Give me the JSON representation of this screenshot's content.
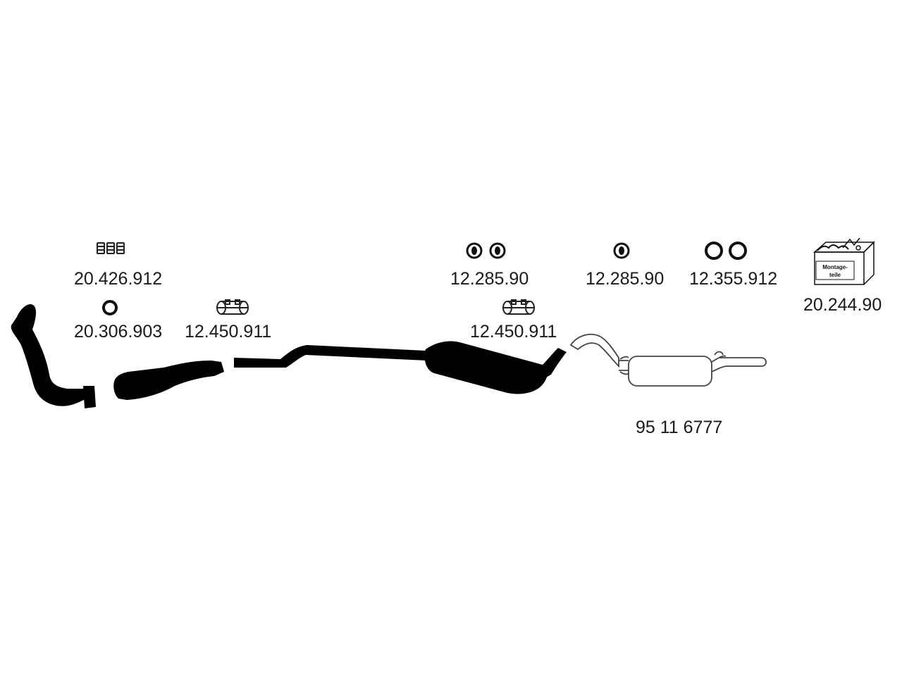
{
  "parts": {
    "clamp_set": {
      "number": "20.426.912",
      "icon": "clamp-set-icon"
    },
    "seal_ring_front": {
      "number": "20.306.903",
      "icon": "seal-ring-icon"
    },
    "clamp_front": {
      "number": "12.450.911",
      "icon": "pipe-clamp-icon"
    },
    "rubber_mounts_pair": {
      "number": "12.285.90",
      "icon": "rubber-mount-icon"
    },
    "clamp_rear": {
      "number": "12.450.911",
      "icon": "pipe-clamp-icon"
    },
    "rubber_mount_single": {
      "number": "12.285.90",
      "icon": "rubber-mount-icon"
    },
    "rubber_rings": {
      "number": "12.355.912",
      "icon": "rubber-ring-icon"
    },
    "mounting_kit": {
      "number": "20.244.90",
      "icon": "mounting-kit-box-icon",
      "box_text": "Montage-teile"
    },
    "rear_silencer": {
      "number": "95 11 6777"
    }
  },
  "colors": {
    "part_fill": "#000000",
    "highlight_outline": "#444444",
    "background": "#ffffff",
    "text": "#1a1a1a"
  }
}
